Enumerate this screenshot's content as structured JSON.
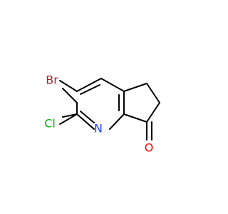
{
  "molecule": {
    "atoms": {
      "br": {
        "label": "Br",
        "color": "#a52a2a"
      },
      "cl": {
        "label": "Cl",
        "color": "#00b200"
      },
      "n": {
        "label": "N",
        "color": "#1f3cff"
      },
      "o": {
        "label": "O",
        "color": "#ff0000"
      }
    },
    "bond_color": "#000000",
    "background": "#ffffff"
  }
}
